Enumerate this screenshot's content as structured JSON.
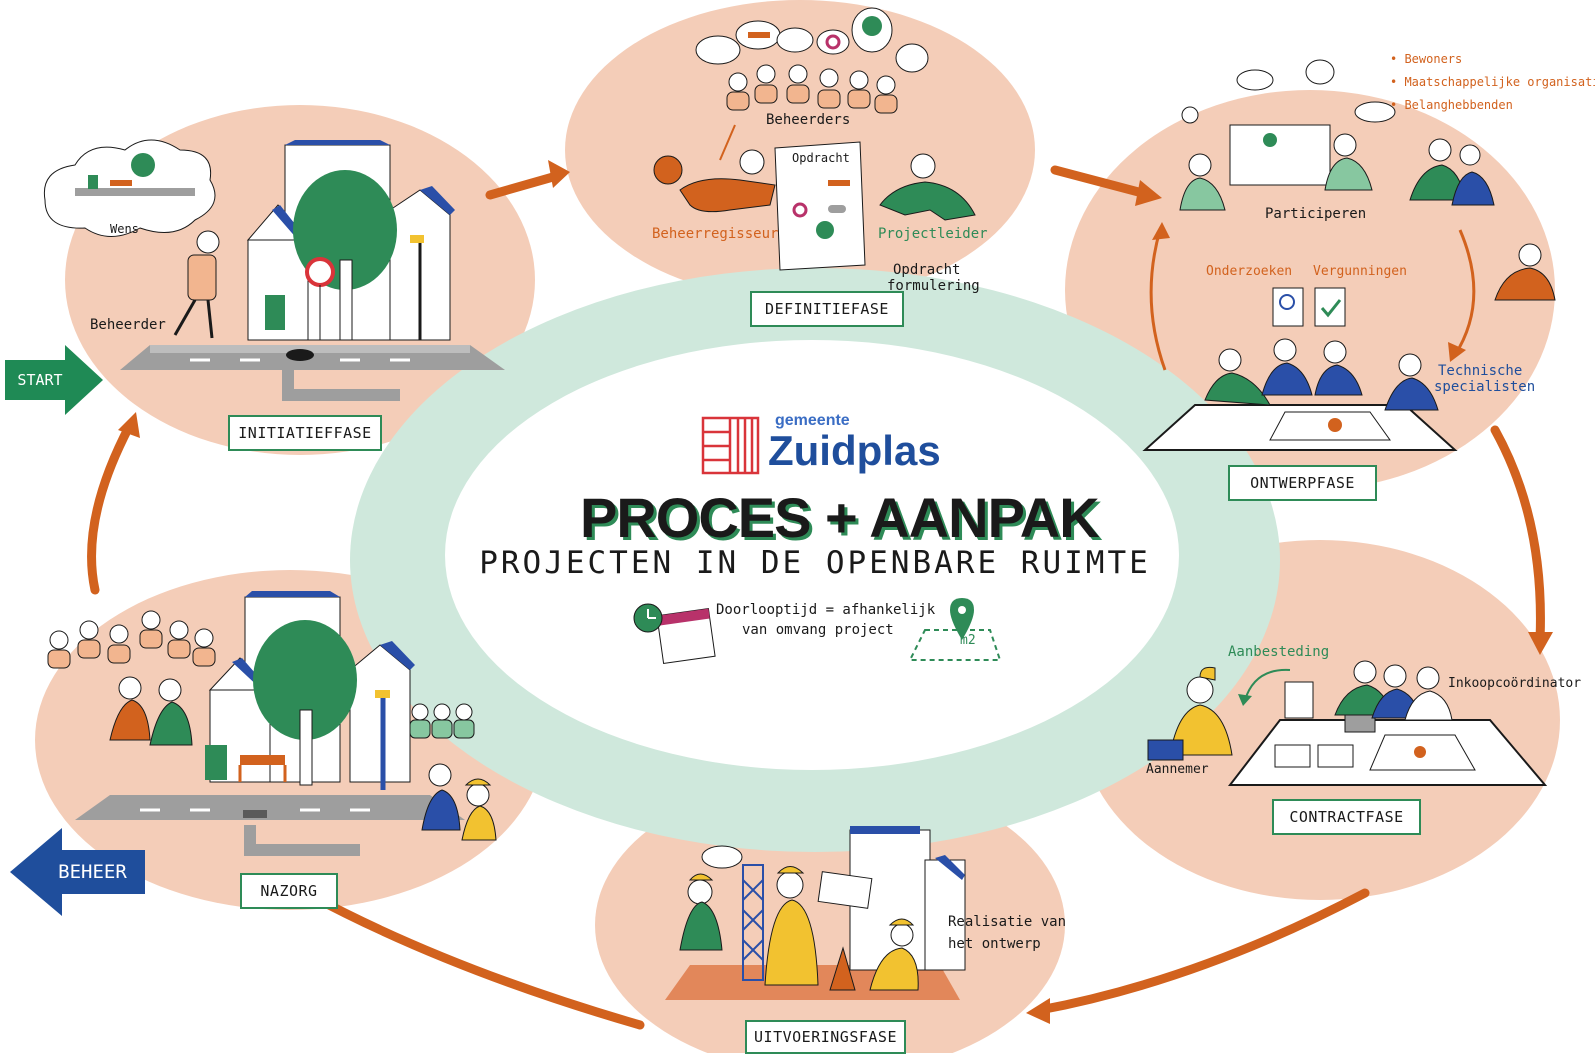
{
  "center": {
    "municipality_prefix": "gemeente",
    "municipality_name": "Zuidplas",
    "title": "PROCES + AANPAK",
    "subtitle": "PROJECTEN IN DE OPENBARE RUIMTE",
    "duration_line1": "Doorlooptijd = afhankelijk",
    "duration_line2": "van omvang project",
    "area_unit": "m2"
  },
  "start_label": "START",
  "beheer_label": "BEHEER",
  "phases": {
    "initiatief": "INITIATIEFFASE",
    "definitie": "DEFINITIEFASE",
    "ontwerp": "ONTWERPFASE",
    "contract": "CONTRACTFASE",
    "uitvoering": "UITVOERINGSFASE",
    "nazorg": "NAZORG"
  },
  "annotations": {
    "wens": "Wens",
    "beheerder": "Beheerder",
    "beheerders": "Beheerders",
    "opdracht": "Opdracht",
    "beheerregisseur": "Beheerregisseur",
    "projectleider": "Projectleider",
    "opdracht_formulering_1": "Opdracht",
    "opdracht_formulering_2": "formulering",
    "participeren": "Participeren",
    "onderzoeken": "Onderzoeken",
    "vergunningen": "Vergunningen",
    "technische_1": "Technische",
    "technische_2": "specialisten",
    "aanbesteding": "Aanbesteding",
    "inkoopcoordinator": "Inkoopcoördinator",
    "aannemer": "Aannemer",
    "realisatie_1": "Realisatie van",
    "realisatie_2": "het ontwerp"
  },
  "stakeholders": [
    "• Bewoners",
    "• Maatschappelijke organisaties",
    "• Belanghebbenden"
  ],
  "colors": {
    "blob": "#f4cdb8",
    "ring": "#cfe8dc",
    "orange": "#d2621e",
    "green": "#2e8b57",
    "blue": "#1f4e9c",
    "logo_red": "#d9343a",
    "building_roof": "#2a4fa8",
    "tree": "#2e8b57"
  }
}
